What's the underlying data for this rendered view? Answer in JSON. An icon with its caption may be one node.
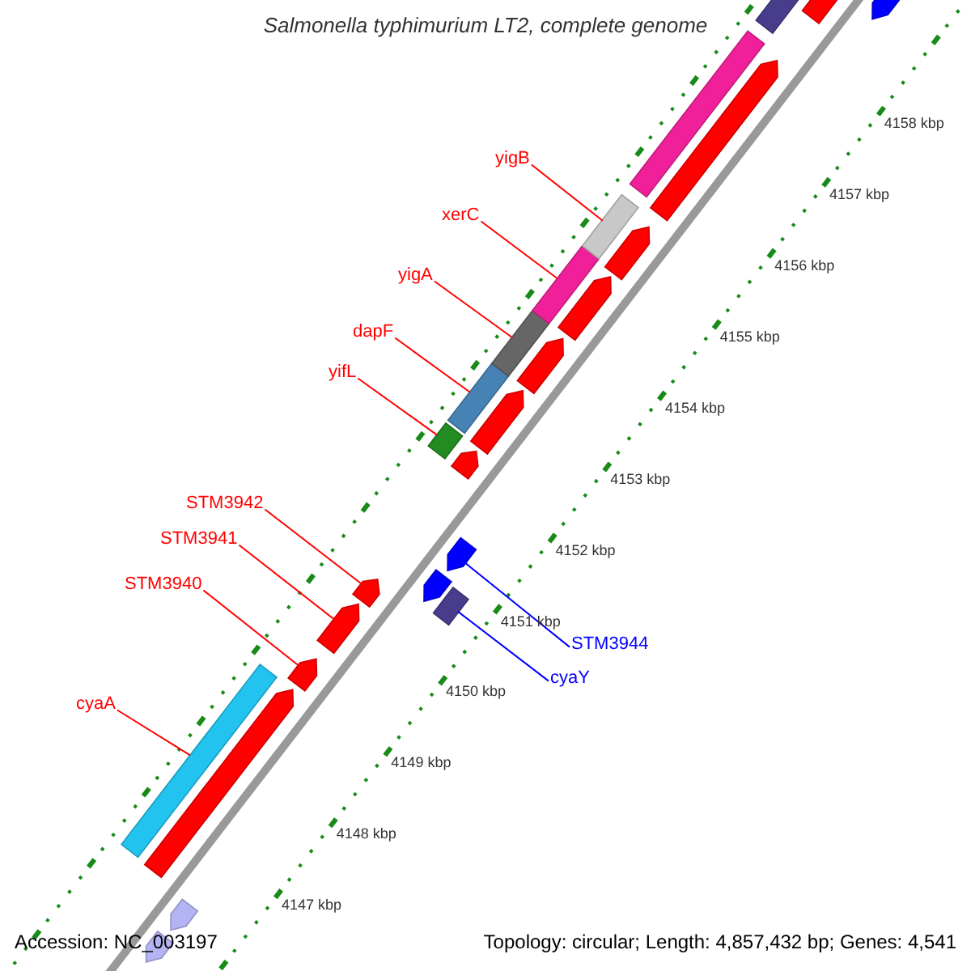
{
  "diagram": {
    "title": "Salmonella typhimurium LT2, complete genome",
    "nodes": [
      {
        "text": [
          "yigB"
        ]
      },
      {
        "text": [
          "xerC"
        ]
      },
      {
        "text": [
          "yigA"
        ]
      },
      {
        "text": [
          "dapF"
        ]
      },
      {
        "text": [
          "yifL"
        ]
      },
      {
        "text": [
          "STM3942"
        ]
      },
      {
        "text": [
          "STM3941"
        ]
      },
      {
        "text": [
          "STM3940"
        ]
      },
      {
        "text": [
          "STM3944"
        ]
      },
      {
        "text": [
          "cyaY"
        ]
      },
      {
        "text": [
          "cyaA"
        ]
      },
      {
        "text": [],
        "shape": "pentagon"
      },
      {
        "text": [],
        "shape": "bar"
      },
      {
        "text": [],
        "shape": "pentagon"
      },
      {
        "text": [],
        "shape": "bar"
      },
      {
        "text": [],
        "shape": "pentagon"
      },
      {
        "text": [],
        "shape": "bar"
      },
      {
        "text": [],
        "shape": "pentagon"
      },
      {
        "text": [],
        "shape": "bar"
      },
      {
        "text": [],
        "shape": "pentagon"
      },
      {
        "text": [],
        "shape": "bar"
      },
      {
        "text": [],
        "shape": "pentagon"
      },
      {
        "text": [],
        "shape": "bar"
      },
      {
        "text": [],
        "shape": "pentagon"
      },
      {
        "text": [],
        "shape": "bar"
      },
      {
        "text": [],
        "shape": "pentagon"
      },
      {
        "text": [],
        "shape": "pentagon"
      },
      {
        "text": [],
        "shape": "pentagon"
      },
      {
        "text": [],
        "shape": "bar"
      },
      {
        "text": [],
        "shape": "pentagon"
      },
      {
        "text": [],
        "shape": "pentagon"
      },
      {
        "text": [],
        "shape": "pentagon"
      },
      {
        "text": [],
        "shape": "bar"
      },
      {
        "text": [],
        "shape": "pentagon"
      },
      {
        "text": [],
        "shape": "pentagon"
      },
      {
        "text": [],
        "shape": "pentagon"
      }
    ],
    "edges": [
      {
        "from": 0,
        "to": 16,
        "arrow": "none"
      },
      {
        "from": 1,
        "to": 18,
        "arrow": "none"
      },
      {
        "from": 2,
        "to": 20,
        "arrow": "none"
      },
      {
        "from": 3,
        "to": 22,
        "arrow": "none"
      },
      {
        "from": 4,
        "to": 24,
        "arrow": "none"
      },
      {
        "from": 5,
        "to": 29,
        "arrow": "none"
      },
      {
        "from": 6,
        "to": 30,
        "arrow": "none"
      },
      {
        "from": 7,
        "to": 31,
        "arrow": "none"
      },
      {
        "from": 8,
        "to": 26,
        "arrow": "none",
        "color": "#0000ff"
      },
      {
        "from": 9,
        "to": 28,
        "arrow": "none",
        "color": "#0000ff"
      },
      {
        "from": 10,
        "to": 32,
        "arrow": "none"
      }
    ],
    "labels": [
      "4158 kbp",
      "4157 kbp",
      "4156 kbp",
      "4155 kbp",
      "4154 kbp",
      "4153 kbp",
      "4152 kbp",
      "4151 kbp",
      "4150 kbp",
      "4149 kbp",
      "4148 kbp",
      "4147 kbp",
      "Accession: NC_003197",
      "Topology: circular; Length: 4,857,432 bp; Genes: 4,541"
    ]
  }
}
